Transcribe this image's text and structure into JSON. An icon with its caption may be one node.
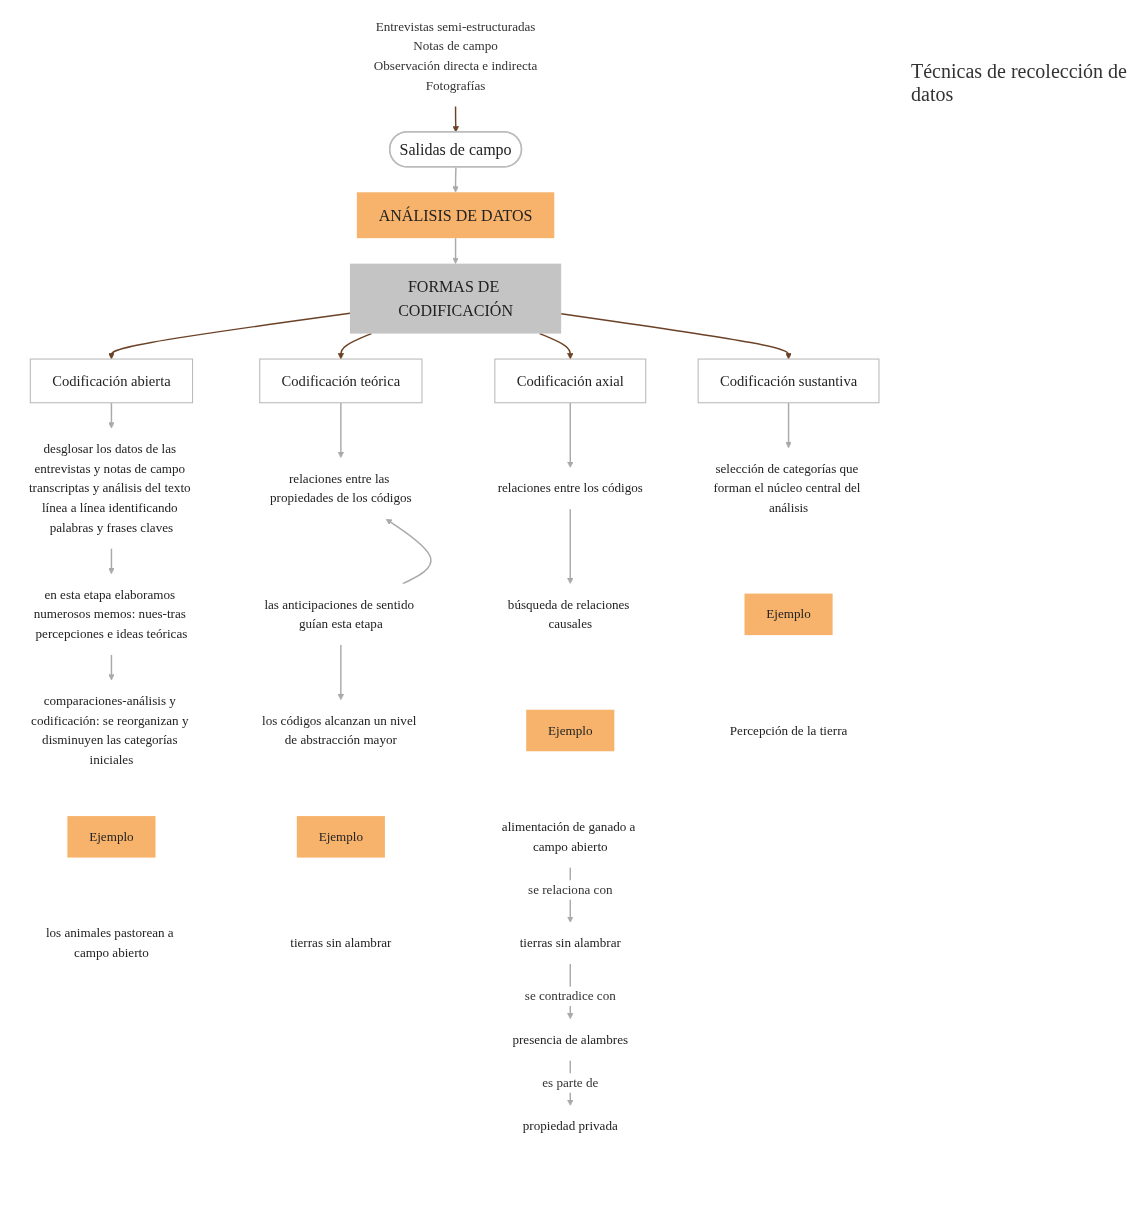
{
  "diagram": {
    "nodes": [
      {
        "text": [
          "Salidas de campo"
        ]
      },
      {
        "text": [
          "Entrevistas semi-estructuradas",
          "Notas de campo",
          "Observación directa e indirecta",
          "Fotografías"
        ]
      },
      {
        "text": [
          "ANÁLISIS DE DATOS"
        ]
      },
      {
        "text": [
          "FORMAS DE CODIFICACIÓN"
        ]
      },
      {
        "text": [
          "Codificación abierta"
        ]
      },
      {
        "text": [
          "Codificación teórica"
        ]
      },
      {
        "text": [
          "Codificación axial"
        ]
      },
      {
        "text": [
          "Codificación sustantiva"
        ]
      },
      {
        "text": [
          "desglosar los datos de las entrevistas y notas de campo transcriptas y análisis del texto línea a línea identificando palabras y frases claves"
        ]
      },
      {
        "text": [
          "en esta etapa elaboramos numerosos memos: nues-tras percepciones e ideas teóricas"
        ]
      },
      {
        "text": [
          "comparaciones-análisis y codificación: se reorganizan y disminuyen las categorías iniciales"
        ]
      },
      {
        "text": [
          "Ejemplo"
        ]
      },
      {
        "text": [
          "los animales pastorean a campo abierto"
        ]
      },
      {
        "text": [
          "relaciones entre las propiedades de los códigos"
        ]
      },
      {
        "text": [
          "las anticipaciones de sentido guían esta etapa"
        ]
      },
      {
        "text": [
          "los códigos alcanzan un nivel de abstracción mayor"
        ]
      },
      {
        "text": [
          "Ejemplo"
        ]
      },
      {
        "text": [
          "tierras sin alambrar"
        ]
      },
      {
        "text": [
          "relaciones entre los códigos"
        ]
      },
      {
        "text": [
          "búsqueda de relaciones causales"
        ]
      },
      {
        "text": [
          "Ejemplo"
        ]
      },
      {
        "text": [
          "alimentación de ganado a campo abierto"
        ]
      },
      {
        "text": [
          "tierras sin alambrar"
        ]
      },
      {
        "text": [
          "presencia de alambres"
        ]
      },
      {
        "text": [
          "propiedad privada"
        ]
      },
      {
        "text": [
          "selección de categorías que forman el núcleo central del análisis"
        ]
      },
      {
        "text": [
          "Ejemplo"
        ]
      },
      {
        "text": [
          "Percepción de la tierra"
        ]
      }
    ],
    "edges": [
      {
        "from": 1,
        "to": 0,
        "arrow": "to",
        "color": "#6b4226"
      },
      {
        "from": 0,
        "to": 2,
        "arrow": "to"
      },
      {
        "from": 2,
        "to": 3,
        "arrow": "to"
      },
      {
        "from": 3,
        "to": 4,
        "arrow": "to",
        "color": "#6b4226"
      },
      {
        "from": 3,
        "to": 5,
        "arrow": "to",
        "color": "#6b4226"
      },
      {
        "from": 3,
        "to": 6,
        "arrow": "to",
        "color": "#6b4226"
      },
      {
        "from": 3,
        "to": 7,
        "arrow": "to",
        "color": "#6b4226"
      },
      {
        "from": 4,
        "to": 8,
        "arrow": "to"
      },
      {
        "from": 8,
        "to": 9,
        "arrow": "to"
      },
      {
        "from": 9,
        "to": 10,
        "arrow": "to"
      },
      {
        "from": 5,
        "to": 13,
        "arrow": "to"
      },
      {
        "from": 14,
        "to": 13,
        "arrow": "to"
      },
      {
        "from": 14,
        "to": 15,
        "arrow": "to"
      },
      {
        "from": 6,
        "to": 18,
        "arrow": "to"
      },
      {
        "from": 18,
        "to": 19,
        "arrow": "to"
      },
      {
        "from": 21,
        "to": 22,
        "arrow": "to",
        "label": "se relaciona con"
      },
      {
        "from": 22,
        "to": 23,
        "arrow": "to",
        "label": "se contradice con"
      },
      {
        "from": 23,
        "to": 24,
        "arrow": "to",
        "label": "es parte de"
      },
      {
        "from": 7,
        "to": 25,
        "arrow": "to"
      }
    ],
    "labels": [
      "Técnicas de recolección de datos"
    ]
  }
}
